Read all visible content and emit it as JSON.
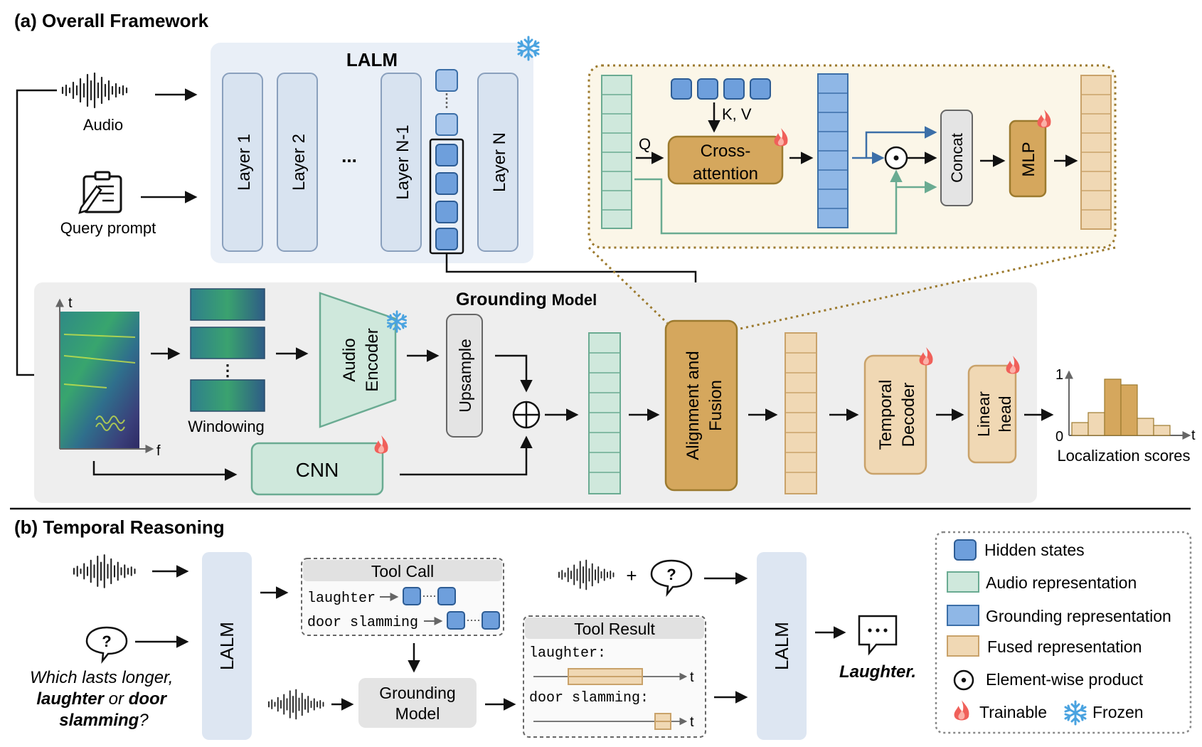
{
  "colors": {
    "lalm_panel": "#e9eff7",
    "lalm_layer": "#d8e3f0",
    "grounding_panel": "#eeeeee",
    "hidden_state": "#6e9fdc",
    "audio_rep": "#cfe8dc",
    "grounding_rep": "#8fb7e6",
    "fused_rep": "#e9c89c",
    "fusion_block": "#d5a75d",
    "decoder_block": "#f0d8b4",
    "detail_bg": "#fbf6e8",
    "detail_border": "#9c7a2e",
    "tool_box": "#f1f1f1"
  },
  "part_a": {
    "title": "(a) Overall Framework",
    "audio_label": "Audio",
    "query_label": "Query prompt",
    "lalm_title": "LALM",
    "layers": [
      "Layer 1",
      "Layer 2",
      "...",
      "Layer N-1",
      "Layer N"
    ],
    "grounding_title": "Grounding",
    "grounding_title_suffix": "Model",
    "axis_t": "t",
    "axis_f": "f",
    "windowing_label": "Windowing",
    "audio_encoder_line1": "Audio",
    "audio_encoder_line2": "Encoder",
    "upsample_label": "Upsample",
    "cnn_label": "CNN",
    "fusion_line1": "Alignment and",
    "fusion_line2": "Fusion",
    "decoder_line1": "Temporal",
    "decoder_line2": "Decoder",
    "head_line1": "Linear",
    "head_line2": "head",
    "scores_label": "Localization scores",
    "scores_y_top": "1",
    "scores_y_bottom": "0",
    "scores_x": "t",
    "detail": {
      "q_label": "Q",
      "kv_label": "K, V",
      "cross_attention_line1": "Cross-",
      "cross_attention_line2": "attention",
      "concat_label": "Concat",
      "mlp_label": "MLP"
    }
  },
  "part_b": {
    "title": "(b) Temporal Reasoning",
    "lalm_label": "LALM",
    "question_line1": "Which lasts longer,",
    "question_bold1": "laughter",
    "question_or": " or ",
    "question_bold2": "door",
    "question_bold3": "slamming",
    "question_end": "?",
    "tool_call_title": "Tool  Call",
    "tool_call_items": [
      "laughter",
      "door slamming"
    ],
    "grounding_line1": "Grounding",
    "grounding_line2": "Model",
    "tool_result_title": "Tool  Result",
    "tool_result_items": [
      "laughter:",
      "door slamming:"
    ],
    "plus": "+",
    "answer": "Laughter.",
    "t_label": "t"
  },
  "legend": {
    "hidden_states": "Hidden states",
    "audio_rep": "Audio representation",
    "grounding_rep": "Grounding representation",
    "fused_rep": "Fused representation",
    "element_product": "Element-wise product",
    "trainable": "Trainable",
    "frozen": "Frozen"
  }
}
